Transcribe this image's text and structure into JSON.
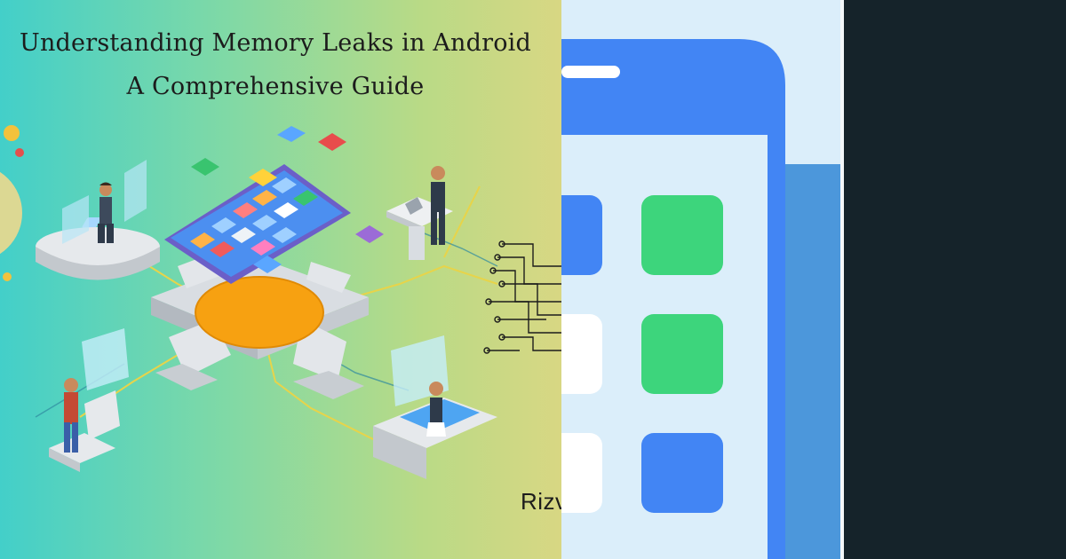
{
  "cover": {
    "title_line1": "Understanding Memory Leaks in Android",
    "title_line2": "A Comprehensive Guide",
    "author_fragment": "Rizv"
  },
  "colors": {
    "gradient_start": "#43cfc9",
    "gradient_end": "#d8d783",
    "phone_blue": "#4285f4",
    "tile_green": "#3dd57c",
    "tile_blue": "#4285f4",
    "panel_bg": "#dbeefa",
    "dark_bg": "#15232a"
  },
  "icons": [
    "phone-illustration-icon",
    "app-tile-icon",
    "person-icon",
    "circuit-icon"
  ]
}
